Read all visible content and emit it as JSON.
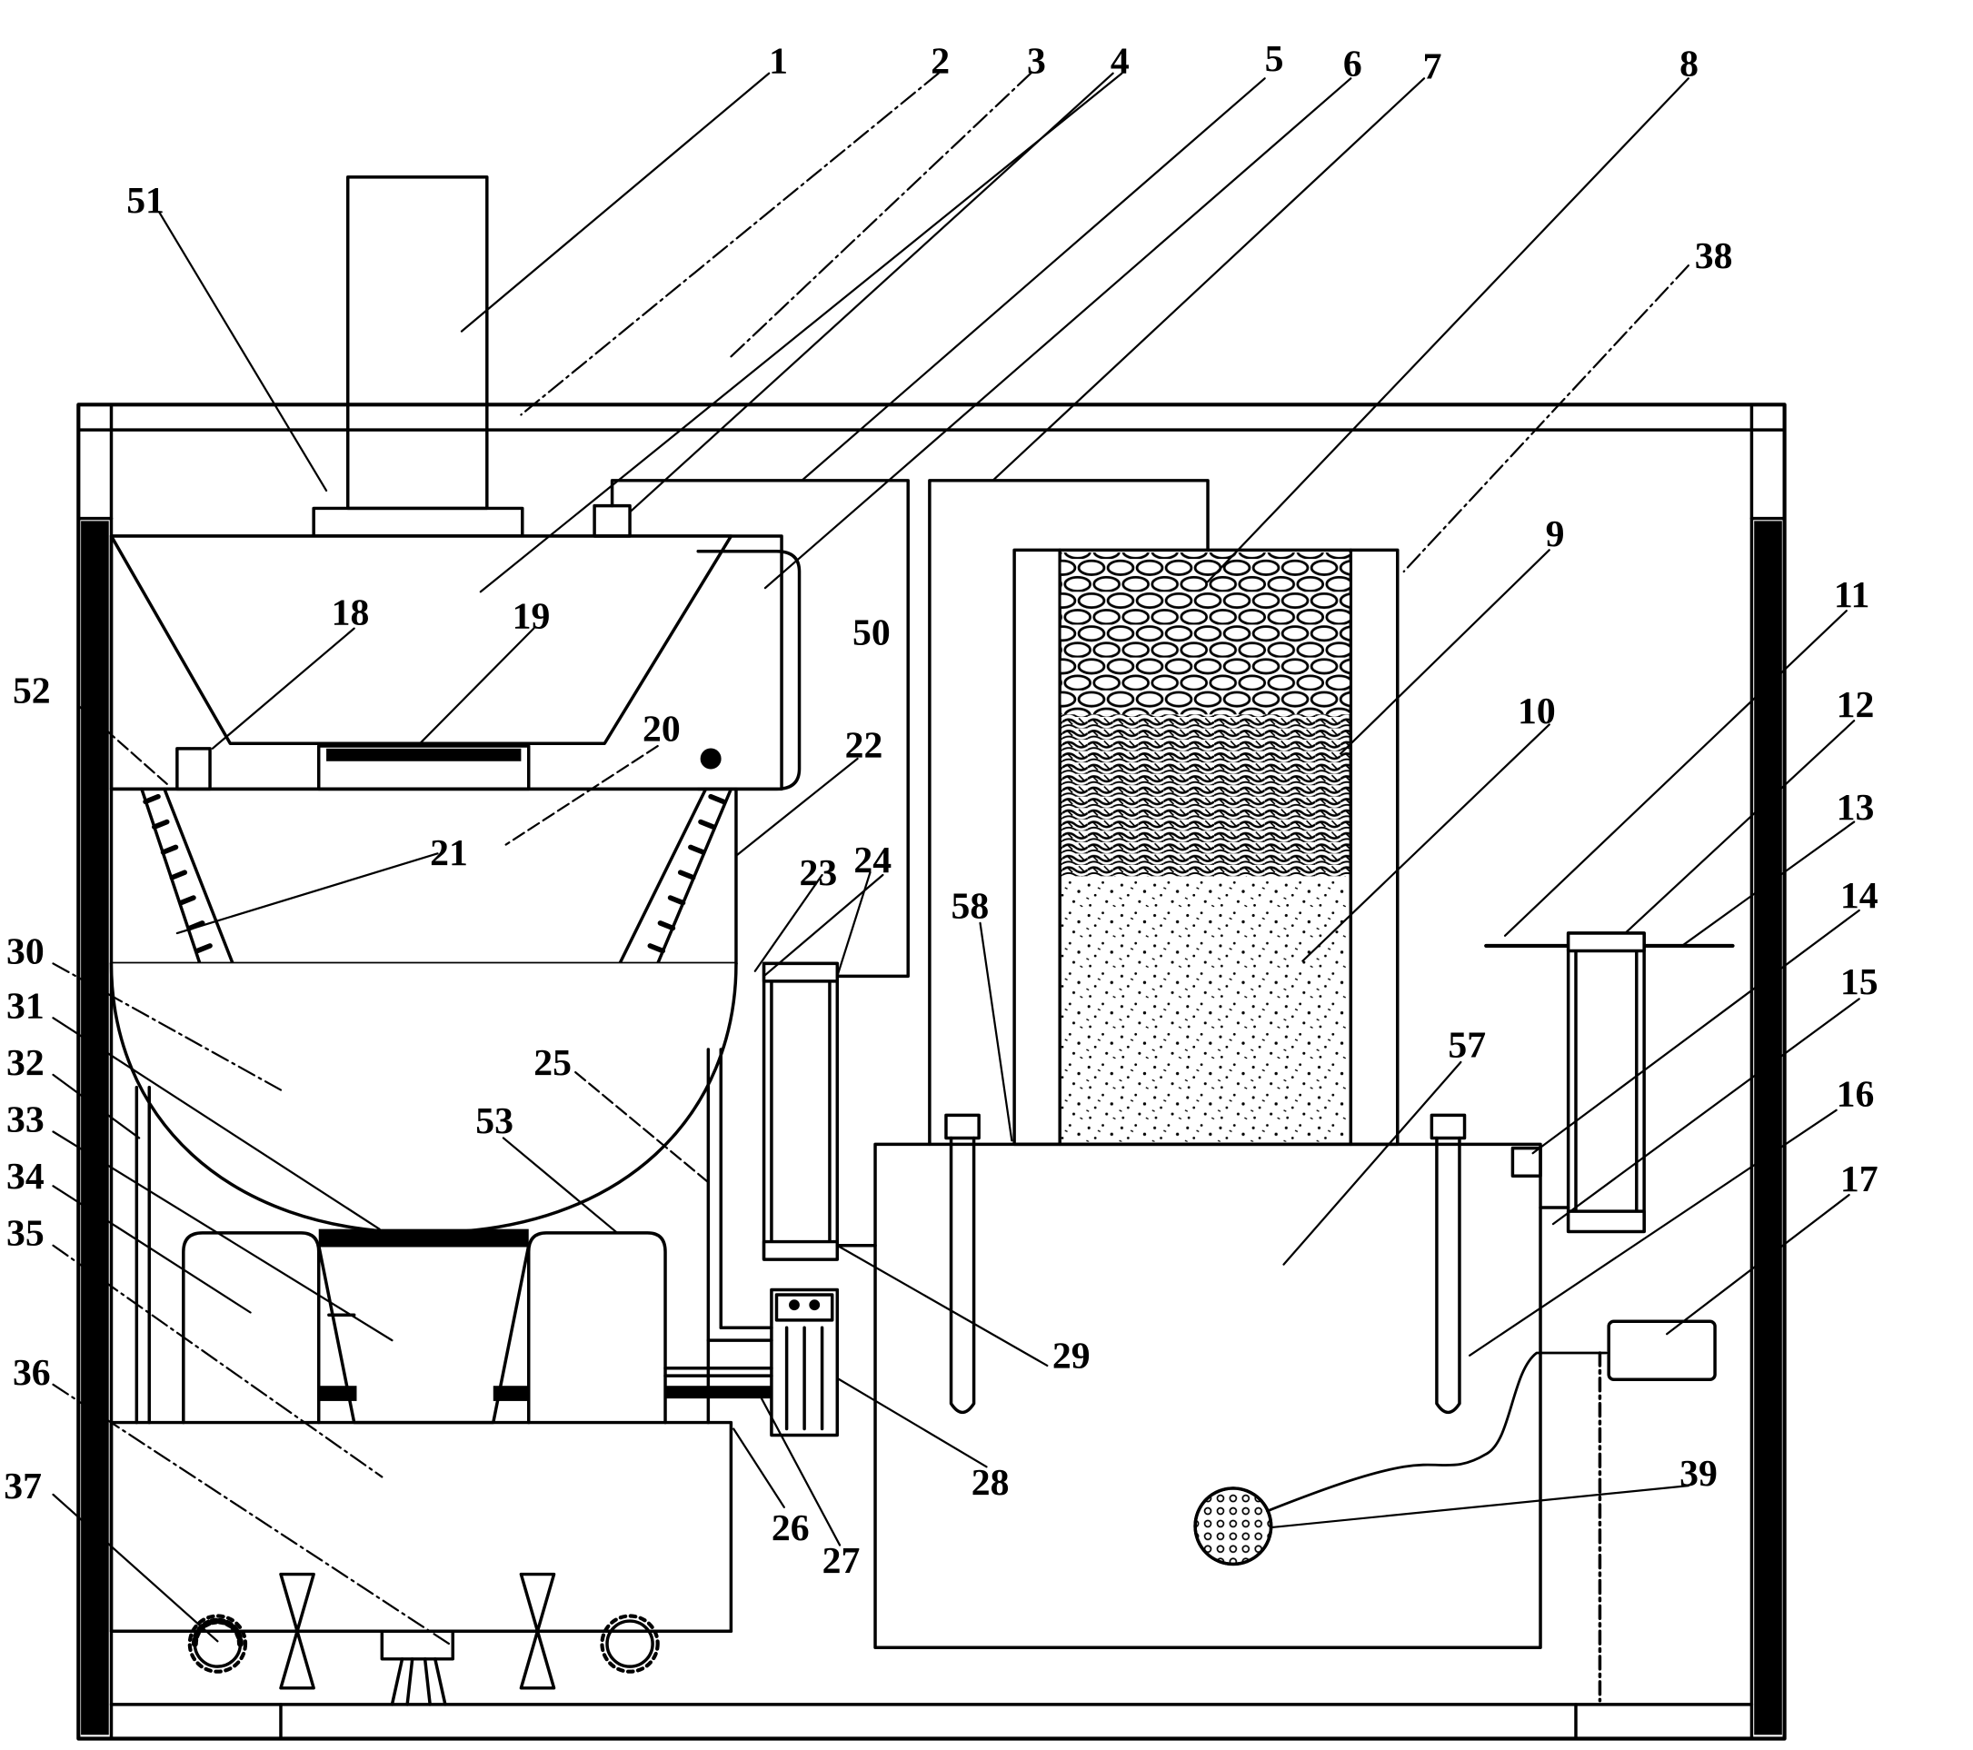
{
  "diagram": {
    "labels": [
      "1",
      "2",
      "3",
      "4",
      "5",
      "6",
      "7",
      "8",
      "9",
      "10",
      "11",
      "12",
      "13",
      "14",
      "15",
      "16",
      "17",
      "18",
      "19",
      "20",
      "21",
      "22",
      "23",
      "24",
      "25",
      "26",
      "27",
      "28",
      "29",
      "30",
      "31",
      "32",
      "33",
      "34",
      "35",
      "36",
      "37",
      "38",
      "39",
      "50",
      "51",
      "52",
      "53",
      "57",
      "58"
    ],
    "colors": {
      "ink": "#000000",
      "paper": "#ffffff"
    }
  }
}
